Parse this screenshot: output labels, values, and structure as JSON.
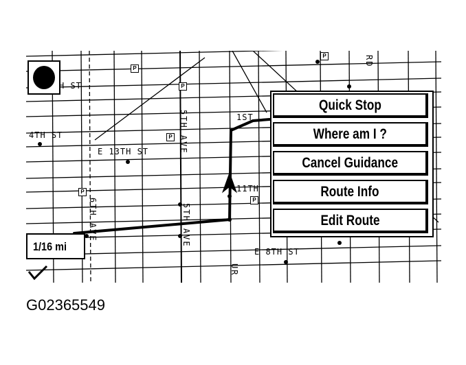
{
  "map": {
    "streets": {
      "h_st": "H ST",
      "fourth_st": "4TH ST",
      "e_13th_st": "E 13TH ST",
      "eleventh": "11TH",
      "e_8th_st": "E 8TH ST",
      "fifth_ave_top": "5TH AVE",
      "fifth_ave_bottom": "5TH AVE",
      "sixth_ave": "6TH AVE",
      "road_right": "RD",
      "road_mid": "1ST",
      "road_bottom": "UR"
    },
    "poi_symbol": "P",
    "scale": "1/16 mi"
  },
  "menu": {
    "items": [
      {
        "label": "Quick Stop"
      },
      {
        "label": "Where am I ?"
      },
      {
        "label": "Cancel Guidance"
      },
      {
        "label": "Route Info"
      },
      {
        "label": "Edit Route"
      }
    ]
  },
  "figure_id": "G02365549"
}
